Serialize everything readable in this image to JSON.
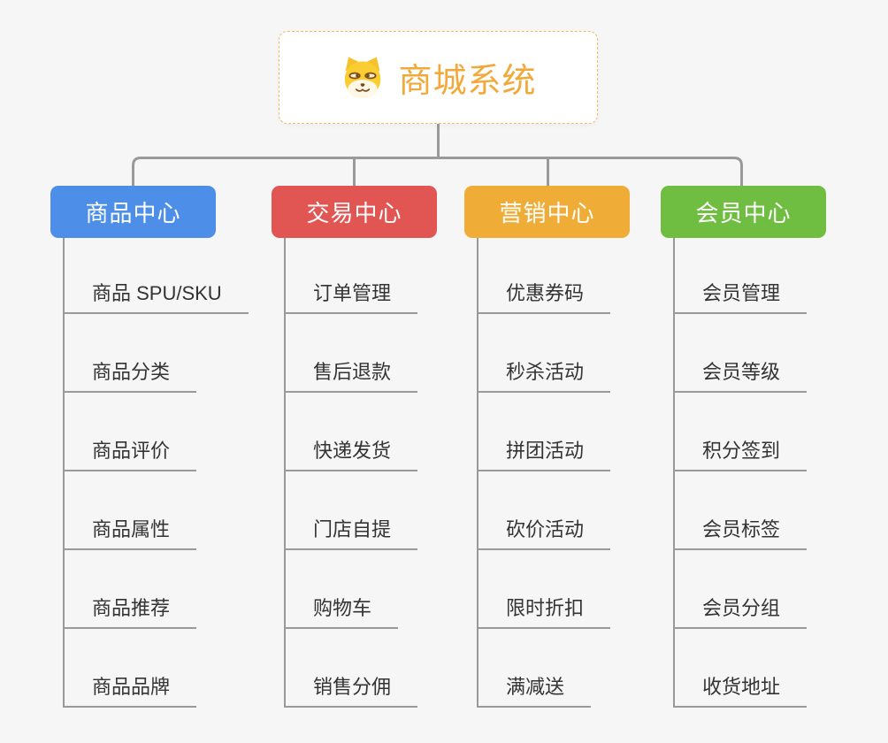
{
  "root": {
    "title": "商城系统",
    "icon": "shiba-dog-icon"
  },
  "branches": [
    {
      "label": "商品中心",
      "color": "#4d8fe8",
      "children": [
        "商品 SPU/SKU",
        "商品分类",
        "商品评价",
        "商品属性",
        "商品推荐",
        "商品品牌"
      ]
    },
    {
      "label": "交易中心",
      "color": "#e15653",
      "children": [
        "订单管理",
        "售后退款",
        "快递发货",
        "门店自提",
        "购物车",
        "销售分佣"
      ]
    },
    {
      "label": "营销中心",
      "color": "#efad38",
      "children": [
        "优惠券码",
        "秒杀活动",
        "拼团活动",
        "砍价活动",
        "限时折扣",
        "满减送"
      ]
    },
    {
      "label": "会员中心",
      "color": "#6fbe41",
      "children": [
        "会员管理",
        "会员等级",
        "积分签到",
        "会员标签",
        "会员分组",
        "收货地址"
      ]
    }
  ],
  "colors": {
    "background": "#f6f6f6",
    "root_text": "#f2a93b",
    "root_border": "#f4b95f",
    "connector": "#9a9a9a",
    "tree_line": "#999999",
    "leaf_text": "#333333"
  }
}
